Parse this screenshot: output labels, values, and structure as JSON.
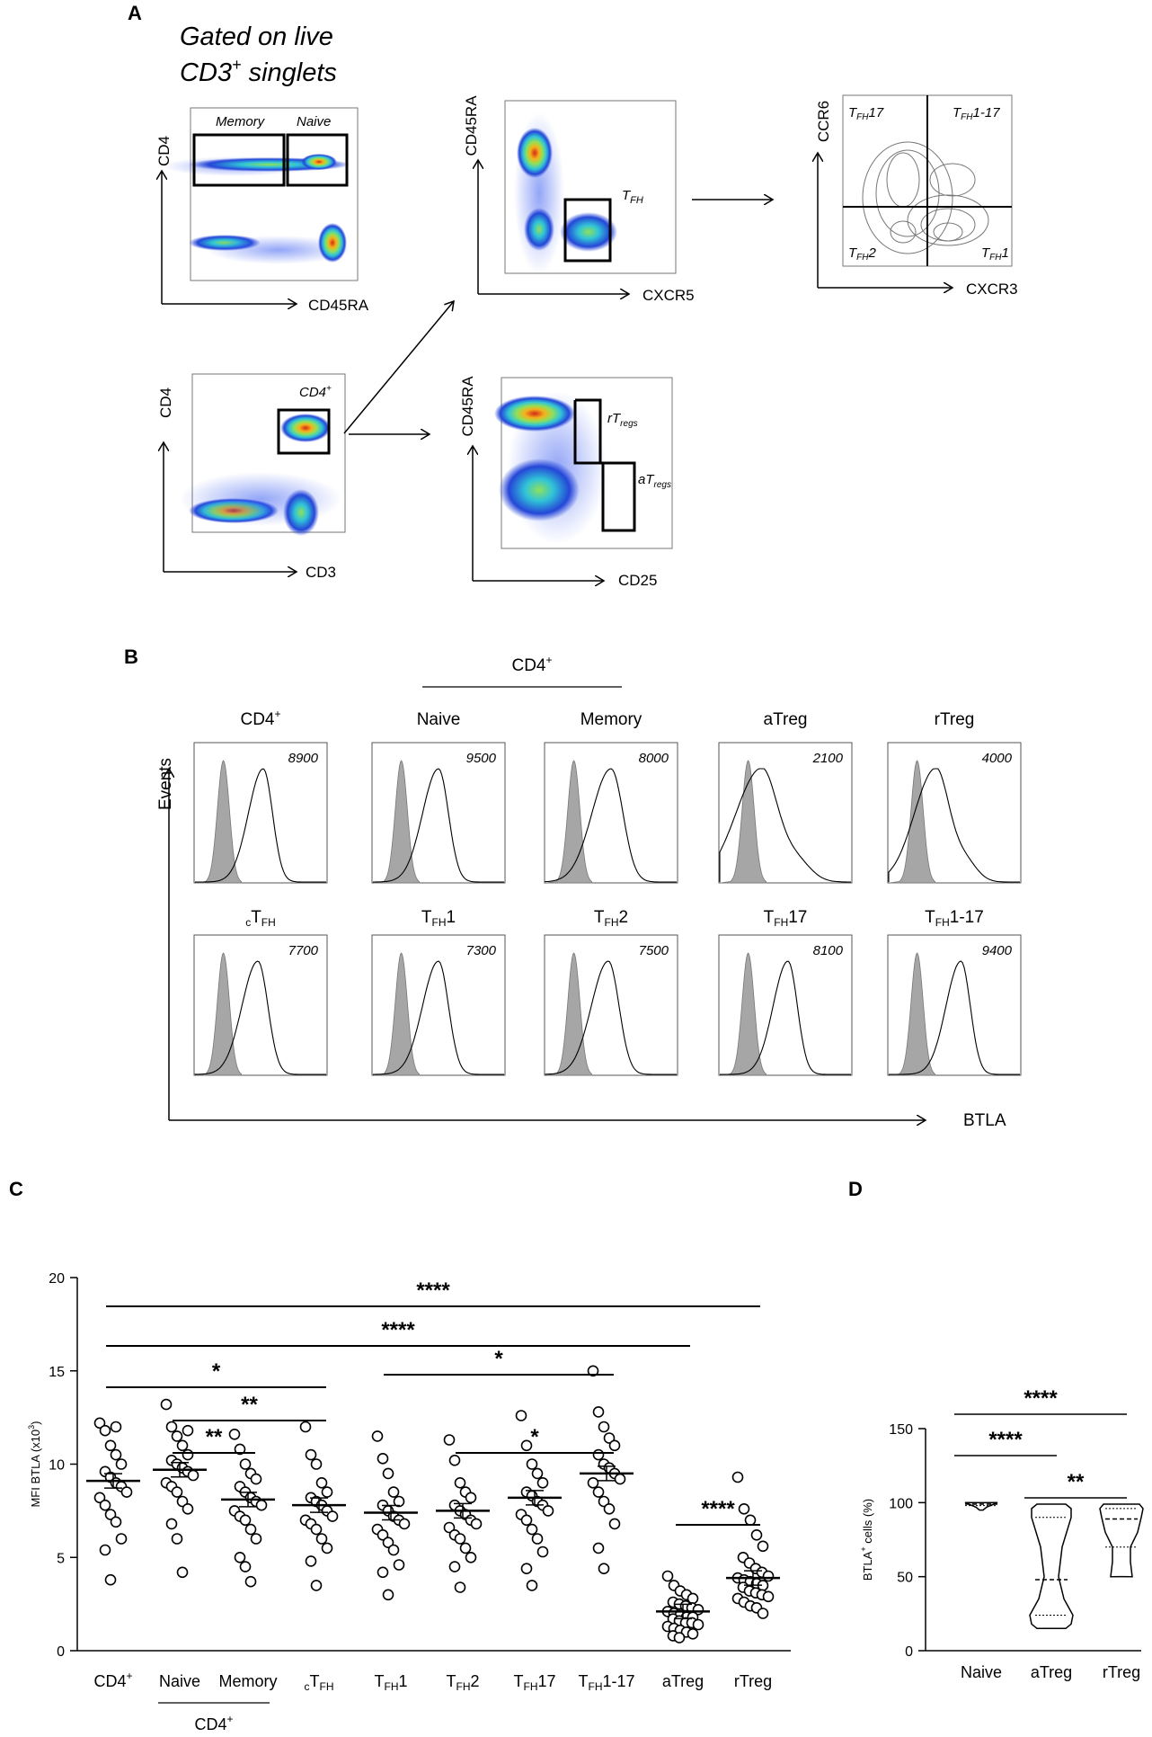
{
  "panel_labels": {
    "a": "A",
    "b": "B",
    "c": "C",
    "d": "D"
  },
  "panel_a": {
    "gating_title_line1": "Gated on live",
    "gating_title_line2": "CD3",
    "gating_title_sup": "+",
    "gating_title_line2_end": " singlets",
    "p1": {
      "y": "CD4",
      "x": "CD45RA",
      "gate_memory": "Memory",
      "gate_naive": "Naive"
    },
    "p2": {
      "y": "CD45RA",
      "x": "CXCR5",
      "gate": "T",
      "gate_sub": "FH"
    },
    "p3": {
      "y": "CCR6",
      "x": "CXCR3",
      "q_tl": "T",
      "q_tl_sub": "FH",
      "q_tl_end": "17",
      "q_tr": "T",
      "q_tr_sub": "FH",
      "q_tr_end": "1-17",
      "q_bl": "T",
      "q_bl_sub": "FH",
      "q_bl_end": "2",
      "q_br": "T",
      "q_br_sub": "FH",
      "q_br_end": "1"
    },
    "p4": {
      "y": "CD4",
      "x": "CD3",
      "gate": "CD4",
      "gate_sup": "+"
    },
    "p5": {
      "y": "CD45RA",
      "x": "CD25",
      "gate_r": "rT",
      "gate_r_sub": "regs",
      "gate_a": "aT",
      "gate_a_sub": "regs"
    }
  },
  "panel_b": {
    "group_label": "CD4",
    "group_sup": "+",
    "y_label": "Events",
    "x_label": "BTLA",
    "row1": [
      {
        "title": "CD4",
        "sup": "+",
        "mfi": "8900"
      },
      {
        "title": "Naive",
        "mfi": "9500"
      },
      {
        "title": "Memory",
        "mfi": "8000"
      },
      {
        "title": "aTreg",
        "mfi": "2100"
      },
      {
        "title": "rTreg",
        "mfi": "4000"
      }
    ],
    "row2": [
      {
        "pre": "c",
        "title": "T",
        "sub": "FH",
        "post": "",
        "mfi": "7700"
      },
      {
        "pre": "",
        "title": "T",
        "sub": "FH",
        "post": "1",
        "mfi": "7300"
      },
      {
        "pre": "",
        "title": "T",
        "sub": "FH",
        "post": "2",
        "mfi": "7500"
      },
      {
        "pre": "",
        "title": "T",
        "sub": "FH",
        "post": "17",
        "mfi": "8100"
      },
      {
        "pre": "",
        "title": "T",
        "sub": "FH",
        "post": "1-17",
        "mfi": "9400"
      }
    ]
  },
  "chart_data": [
    {
      "type": "scatter",
      "panel": "C",
      "ylabel": "MFI BTLA (x10",
      "ylabel_sup": "3",
      "ylabel_end": ")",
      "ylim": [
        0,
        20
      ],
      "yticks": [
        "0",
        "5",
        "10",
        "15",
        "20"
      ],
      "group_under": "CD4",
      "group_under_sup": "+",
      "categories": [
        {
          "label": "CD4",
          "sup": "+",
          "mean": 9.1
        },
        {
          "label": "Naive",
          "mean": 9.7
        },
        {
          "label": "Memory",
          "mean": 8.1
        },
        {
          "pre": "c",
          "label": "T",
          "sub": "FH",
          "mean": 7.8
        },
        {
          "label": "T",
          "sub": "FH",
          "post": "1",
          "mean": 7.4
        },
        {
          "label": "T",
          "sub": "FH",
          "post": "2",
          "mean": 7.5
        },
        {
          "label": "T",
          "sub": "FH",
          "post": "17",
          "mean": 8.2
        },
        {
          "label": "T",
          "sub": "FH",
          "post": "1-17",
          "mean": 9.5
        },
        {
          "label": "aTreg",
          "mean": 2.1
        },
        {
          "label": "rTreg",
          "mean": 3.9
        }
      ],
      "points": [
        [
          12.2,
          11.8,
          11.0,
          10.5,
          10.0,
          9.6,
          9.3,
          9.0,
          8.8,
          8.5,
          8.2,
          7.8,
          7.3,
          6.9,
          6.0,
          5.4,
          3.8,
          12.0
        ],
        [
          13.2,
          12.0,
          11.5,
          11.0,
          10.5,
          10.2,
          10.0,
          9.8,
          9.6,
          9.4,
          9.0,
          8.8,
          8.5,
          8.0,
          7.6,
          6.8,
          6.0,
          4.2,
          11.8
        ],
        [
          11.6,
          10.8,
          10.0,
          9.5,
          9.2,
          8.8,
          8.5,
          8.2,
          8.0,
          7.8,
          7.5,
          7.2,
          7.0,
          6.5,
          6.0,
          5.0,
          4.5,
          3.7
        ],
        [
          12.0,
          10.5,
          10.0,
          9.0,
          8.5,
          8.2,
          8.0,
          7.8,
          7.5,
          7.2,
          7.0,
          6.8,
          6.5,
          6.0,
          5.5,
          4.8,
          3.5
        ],
        [
          11.5,
          10.3,
          9.5,
          8.5,
          8.0,
          7.8,
          7.5,
          7.2,
          7.0,
          6.8,
          6.5,
          6.2,
          5.8,
          5.4,
          4.6,
          4.2,
          3.0
        ],
        [
          11.3,
          10.2,
          9.0,
          8.5,
          8.2,
          7.8,
          7.5,
          7.3,
          7.0,
          6.8,
          6.6,
          6.2,
          6.0,
          5.5,
          5.0,
          4.5,
          3.4
        ],
        [
          12.6,
          11.0,
          10.0,
          9.5,
          9.0,
          8.5,
          8.3,
          8.0,
          7.8,
          7.5,
          7.3,
          7.0,
          6.5,
          6.0,
          5.3,
          4.4,
          3.5
        ],
        [
          15.0,
          12.8,
          12.0,
          11.4,
          11.0,
          10.5,
          10.0,
          9.8,
          9.5,
          9.2,
          9.0,
          8.5,
          8.0,
          7.6,
          6.8,
          5.5,
          4.4
        ],
        [
          4.0,
          3.5,
          3.2,
          3.0,
          2.8,
          2.6,
          2.5,
          2.4,
          2.3,
          2.2,
          2.1,
          2.0,
          1.9,
          1.8,
          1.8,
          1.7,
          1.6,
          1.5,
          1.5,
          1.4,
          1.3,
          1.2,
          1.1,
          1.0,
          0.9,
          0.8,
          0.7
        ],
        [
          9.3,
          7.6,
          7.0,
          6.2,
          5.6,
          5.0,
          4.7,
          4.4,
          4.2,
          4.0,
          3.9,
          3.8,
          3.7,
          3.6,
          3.5,
          3.4,
          3.2,
          3.1,
          3.0,
          2.9,
          2.8,
          2.6,
          2.4,
          2.3,
          2.0
        ]
      ],
      "comparisons": [
        {
          "from": 0,
          "to": 9,
          "label": "****"
        },
        {
          "from": 0,
          "to": 8,
          "label": "****"
        },
        {
          "from": 0,
          "to": 3,
          "label": "*"
        },
        {
          "from": 1,
          "to": 3,
          "label": "**"
        },
        {
          "from": 1,
          "to": 2,
          "label": "**"
        },
        {
          "from": 4,
          "to": 7,
          "label": "*"
        },
        {
          "from": 5,
          "to": 7,
          "label": "*"
        },
        {
          "from": 8,
          "to": 9,
          "label": "****"
        }
      ]
    },
    {
      "type": "violin",
      "panel": "D",
      "ylabel": "BTLA",
      "ylabel_sup": "+",
      "ylabel_end": " cells (%)",
      "ylim": [
        0,
        150
      ],
      "yticks": [
        "0",
        "50",
        "100",
        "150"
      ],
      "categories": [
        "Naive",
        "aTreg",
        "rTreg"
      ],
      "violins": [
        {
          "min": 95,
          "max": 100,
          "median": 99,
          "q1": 98,
          "q3": 100
        },
        {
          "min": 15,
          "max": 99,
          "median": 48,
          "q1": 24,
          "q3": 90
        },
        {
          "min": 50,
          "max": 99,
          "median": 89,
          "q1": 70,
          "q3": 96
        }
      ],
      "comparisons": [
        {
          "from": 0,
          "to": 2,
          "label": "****"
        },
        {
          "from": 0,
          "to": 1,
          "label": "****"
        },
        {
          "from": 1,
          "to": 2,
          "label": "**"
        }
      ]
    }
  ]
}
